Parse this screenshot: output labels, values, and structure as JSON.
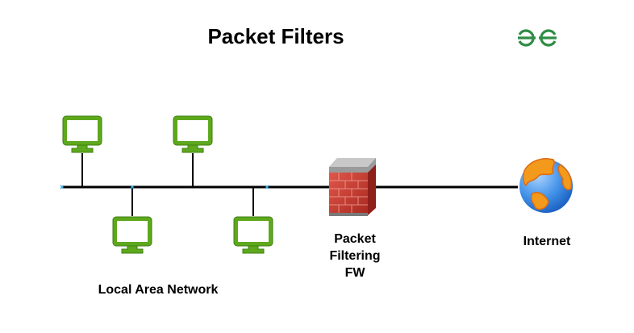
{
  "title": "Packet Filters",
  "logo": {
    "icon": "geeksforgeeks-logo-icon",
    "color": "#2f8d46"
  },
  "labels": {
    "lan": "Local Area Network",
    "firewall_line1": "Packet",
    "firewall_line2": "Filtering",
    "firewall_line3": "FW",
    "internet": "Internet"
  },
  "nodes": {
    "computers": [
      {
        "name": "computer-1",
        "position": "top"
      },
      {
        "name": "computer-2",
        "position": "bottom"
      },
      {
        "name": "computer-3",
        "position": "top"
      },
      {
        "name": "computer-4",
        "position": "bottom"
      }
    ],
    "firewall": {
      "icon": "brick-firewall-icon"
    },
    "internet": {
      "icon": "globe-icon"
    }
  },
  "colors": {
    "computer": "#5ea81d",
    "computer_dark": "#3f7f12",
    "bus": "#000000",
    "junction": "#39a9e0",
    "brick": "#c8392f",
    "globe_blue": "#3e8fe6",
    "globe_orange": "#f39a1c"
  }
}
